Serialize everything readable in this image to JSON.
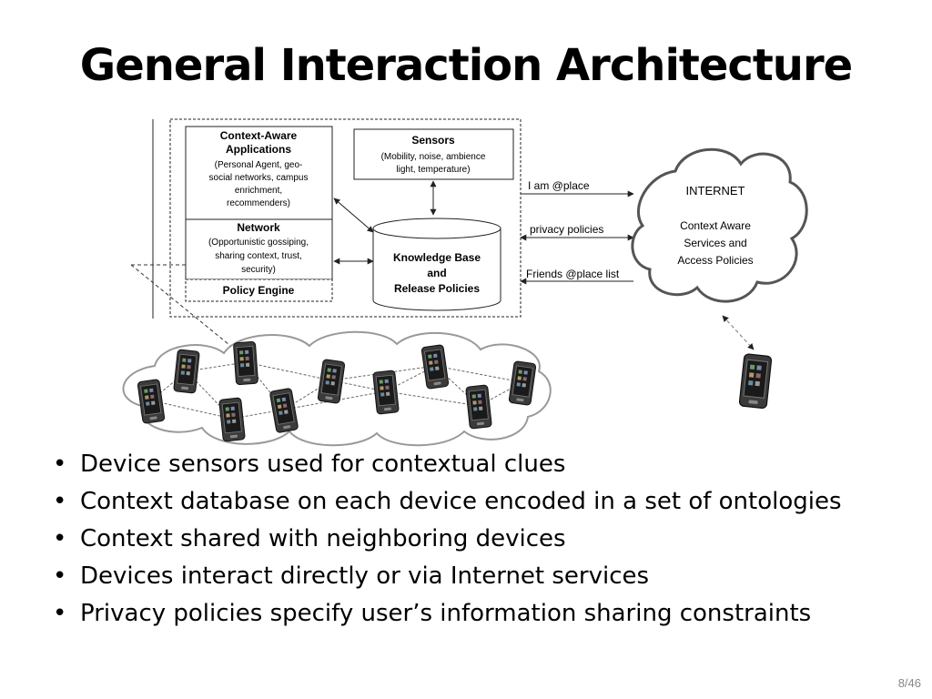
{
  "slide": {
    "title": "General Interaction Architecture",
    "page_number": "8/46"
  },
  "diagram": {
    "device_box": {
      "apps_title": [
        "Context-Aware",
        "Applications"
      ],
      "apps_desc": [
        "(Personal Agent, geo-",
        "social networks, campus",
        "enrichment,",
        "recommenders)"
      ],
      "network_title": "Network",
      "network_desc": [
        "(Opportunistic gossiping,",
        "sharing context, trust,",
        "security)"
      ],
      "policy_engine": "Policy Engine",
      "sensors_title": "Sensors",
      "sensors_desc": [
        "(Mobility, noise, ambience",
        "light, temperature)"
      ],
      "kb_label": [
        "Knowledge Base",
        "and",
        "Release Policies"
      ]
    },
    "links": {
      "i_am_at_place": "I am @place",
      "privacy_policies": "privacy policies",
      "friends_list": "Friends @place list"
    },
    "internet": {
      "title": "INTERNET",
      "desc": [
        "Context Aware",
        "Services and",
        "Access Policies"
      ]
    }
  },
  "bullets": [
    "Device sensors used for contextual clues",
    "Context  database  on each device encoded in a set of ontologies",
    "Context shared with neighboring  devices",
    "Devices interact directly or via Internet services",
    "Privacy policies specify user’s information sharing constraints"
  ],
  "bullet_symbol": "•",
  "icons": {
    "phone": "smartphone-icon",
    "cloud": "cloud-icon"
  }
}
